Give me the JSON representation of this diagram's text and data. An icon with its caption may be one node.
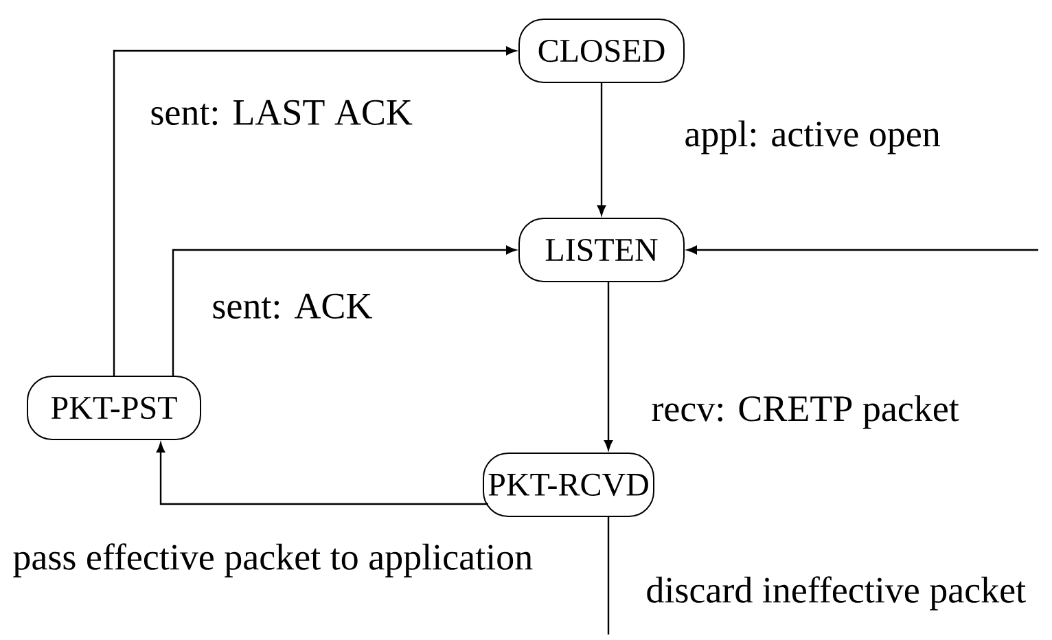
{
  "diagram": {
    "nodes": [
      {
        "text": [
          "CLOSED"
        ]
      },
      {
        "text": [
          "LISTEN"
        ]
      },
      {
        "text": [
          "PKT-PST"
        ]
      },
      {
        "text": [
          "PKT-RCVD"
        ]
      }
    ],
    "edges": [
      {
        "from": 0,
        "to": 1,
        "arrow": "to",
        "label": "appl: active open"
      },
      {
        "from": 1,
        "to": 3,
        "arrow": "to",
        "label": "recv: CRETP packet"
      },
      {
        "from": 3,
        "to": 2,
        "arrow": "to",
        "label": "pass effective packet to application"
      },
      {
        "from": 2,
        "to": 0,
        "arrow": "to",
        "label": "sent: LAST ACK"
      },
      {
        "from": 2,
        "to": 1,
        "arrow": "to",
        "label": "sent: ACK"
      },
      {
        "from": null,
        "to": 1,
        "arrow": "to"
      },
      {
        "from": 3,
        "to": null,
        "arrow": "none",
        "label": "discard ineffective packet"
      }
    ]
  }
}
